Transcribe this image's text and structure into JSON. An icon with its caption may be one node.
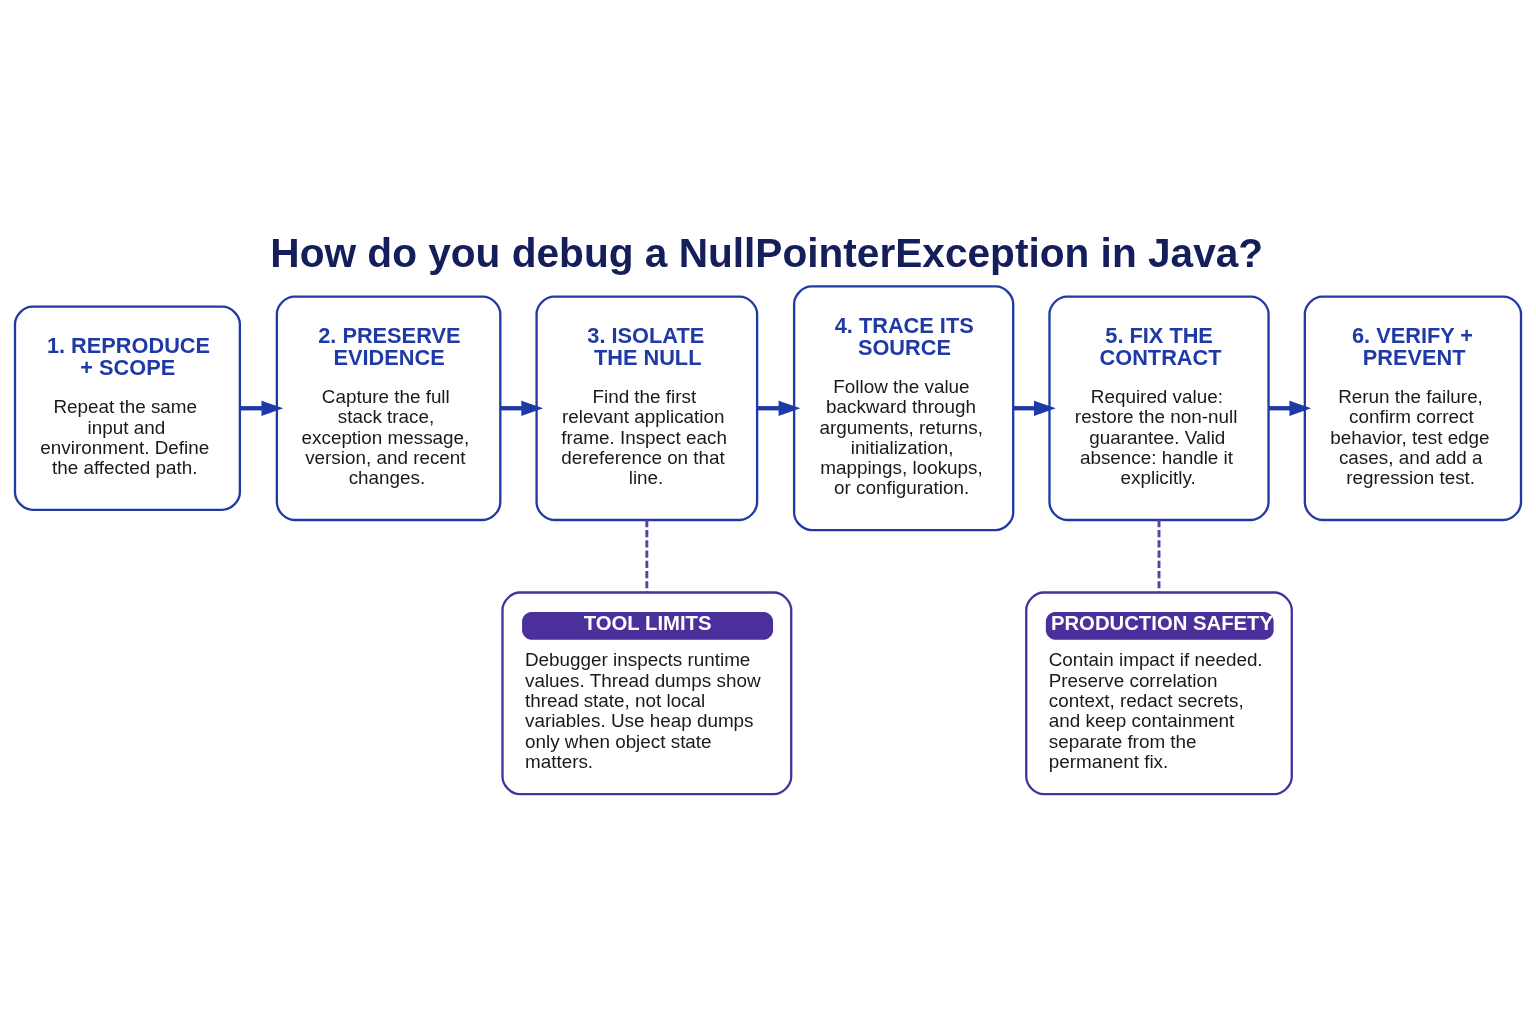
{
  "diagram": {
    "title": "How do you debug a NullPointerException in Java?",
    "nodes": [
      {
        "text": [
          "1. REPRODUCE + SCOPE",
          "Repeat the same input and environment. Define the affected path."
        ]
      },
      {
        "text": [
          "2. PRESERVE EVIDENCE",
          "Capture the full stack trace, exception message, version, and recent changes."
        ]
      },
      {
        "text": [
          "3. ISOLATE THE NULL",
          "Find the first relevant application frame. Inspect each dereference on that line."
        ]
      },
      {
        "text": [
          "4. TRACE ITS SOURCE",
          "Follow the value backward through arguments, returns, initialization, mappings, lookups, or configuration."
        ]
      },
      {
        "text": [
          "5. FIX THE CONTRACT",
          "Required value: restore the non-null guarantee. Valid absence: handle it explicitly."
        ]
      },
      {
        "text": [
          "6. VERIFY + PREVENT",
          "Rerun the failure, confirm correct behavior, test edge cases, and add a regression test."
        ]
      },
      {
        "text": [
          "TOOL LIMITS",
          "Debugger inspects runtime values. Thread dumps show thread state, not local variables. Use heap dumps only when object state matters."
        ]
      },
      {
        "text": [
          "PRODUCTION SAFETY",
          "Contain impact if needed. Preserve correlation context, redact secrets, and keep containment separate from the permanent fix."
        ]
      }
    ],
    "edges": [
      {
        "from": 0,
        "to": 1,
        "arrow": "to"
      },
      {
        "from": 1,
        "to": 2,
        "arrow": "to"
      },
      {
        "from": 2,
        "to": 3,
        "arrow": "to"
      },
      {
        "from": 3,
        "to": 4,
        "arrow": "to"
      },
      {
        "from": 4,
        "to": 5,
        "arrow": "to"
      },
      {
        "from": 2,
        "to": 6,
        "arrow": "none",
        "style": "dashed",
        "color": "#5b3fa8"
      },
      {
        "from": 4,
        "to": 7,
        "arrow": "none",
        "style": "dashed",
        "color": "#5b3fa8"
      }
    ]
  }
}
